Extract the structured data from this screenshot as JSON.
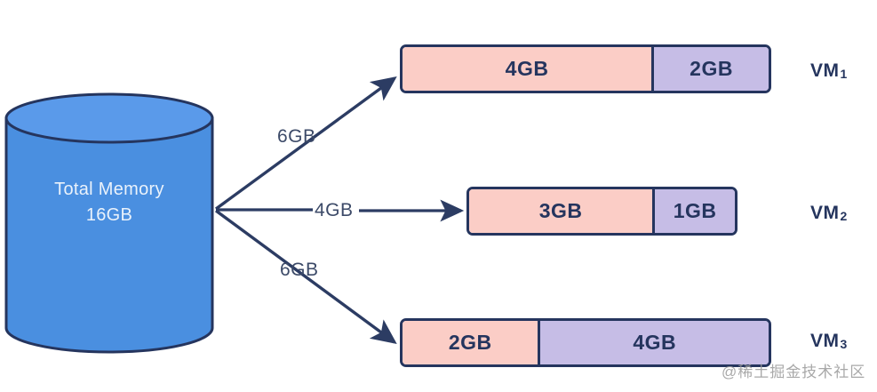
{
  "diagram": {
    "title_hidden": "",
    "source": {
      "name": "Total Memory",
      "capacity": "16GB",
      "shape": "cylinder",
      "fill_color": "#4a8fe0",
      "stroke_color": "#25355e",
      "text_color": "#eaf2fb"
    },
    "flows": [
      {
        "id": "flow-1",
        "label": "6GB",
        "to": "VM1"
      },
      {
        "id": "flow-2",
        "label": "4GB",
        "to": "VM2"
      },
      {
        "id": "flow-3",
        "label": "6GB",
        "to": "VM3"
      }
    ],
    "vms": [
      {
        "id": "vm-1",
        "name": "VM",
        "index": "1",
        "segments": [
          {
            "label": "4GB",
            "color": "#fbcdc6",
            "kind": "used"
          },
          {
            "label": "2GB",
            "color": "#c6bde6",
            "kind": "free"
          }
        ]
      },
      {
        "id": "vm-2",
        "name": "VM",
        "index": "2",
        "segments": [
          {
            "label": "3GB",
            "color": "#fbcdc6",
            "kind": "used"
          },
          {
            "label": "1GB",
            "color": "#c6bde6",
            "kind": "free"
          }
        ]
      },
      {
        "id": "vm-3",
        "name": "VM",
        "index": "3",
        "segments": [
          {
            "label": "2GB",
            "color": "#fbcdc6",
            "kind": "used"
          },
          {
            "label": "4GB",
            "color": "#c6bde6",
            "kind": "free"
          }
        ]
      }
    ],
    "watermark": "@稀土掘金技术社区",
    "colors": {
      "outline": "#25355e",
      "pink": "#fbcdc6",
      "purple": "#c6bde6",
      "cylinder_blue": "#4a8fe0",
      "arrow": "#2c3c63"
    }
  }
}
